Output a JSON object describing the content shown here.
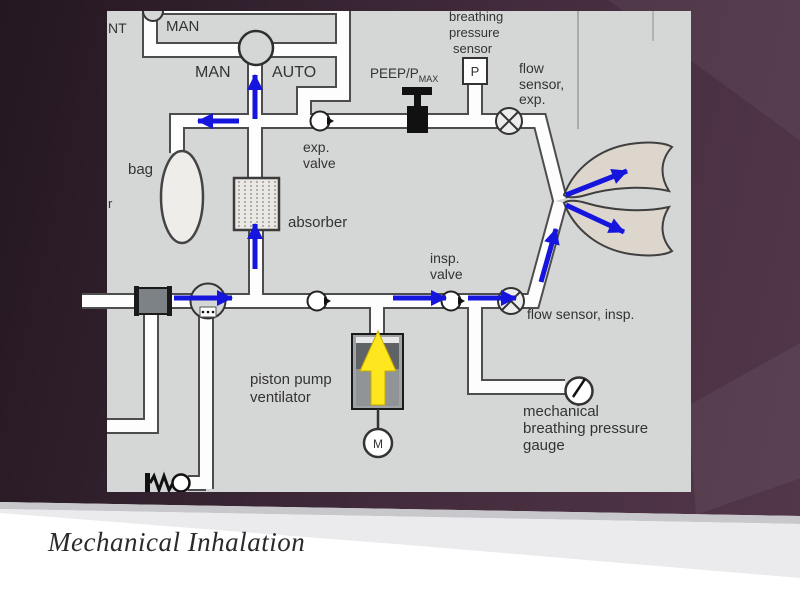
{
  "slide": {
    "title": "Mechanical Inhalation"
  },
  "diagram": {
    "labels": {
      "vent_fragment": "NT",
      "man_top": "MAN",
      "man": "MAN",
      "auto": "AUTO",
      "bag": "bag",
      "word_fragment": "r",
      "exp_valve": {
        "l1": "exp.",
        "l2": "valve"
      },
      "absorber": "absorber",
      "peep": "PEEP/P",
      "peep_max": "MAX",
      "breathing_sensor": {
        "l1": "breathing",
        "l2": "pressure",
        "l3": "sensor"
      },
      "p_sensor": "P",
      "flow_exp": {
        "l1": "flow",
        "l2": "sensor,",
        "l3": "exp."
      },
      "insp_valve": {
        "l1": "insp.",
        "l2": "valve"
      },
      "flow_insp": "flow sensor, insp.",
      "piston": {
        "l1": "piston pump",
        "l2": "ventilator"
      },
      "motor": "M",
      "gauge": {
        "l1": "mechanical",
        "l2": "breathing pressure",
        "l3": "gauge"
      }
    },
    "colors": {
      "arrow_blue": "#1515dd",
      "arrow_yellow": "#ffe71f",
      "diagram_bg": "#d5d7d6",
      "pipe_fill": "#fdfdfd",
      "pipe_casing": "#4d4d4d",
      "lung_fill": "#ddd6cc",
      "slide_purple_dark": "#241721",
      "slide_purple_light": "#523749"
    }
  }
}
